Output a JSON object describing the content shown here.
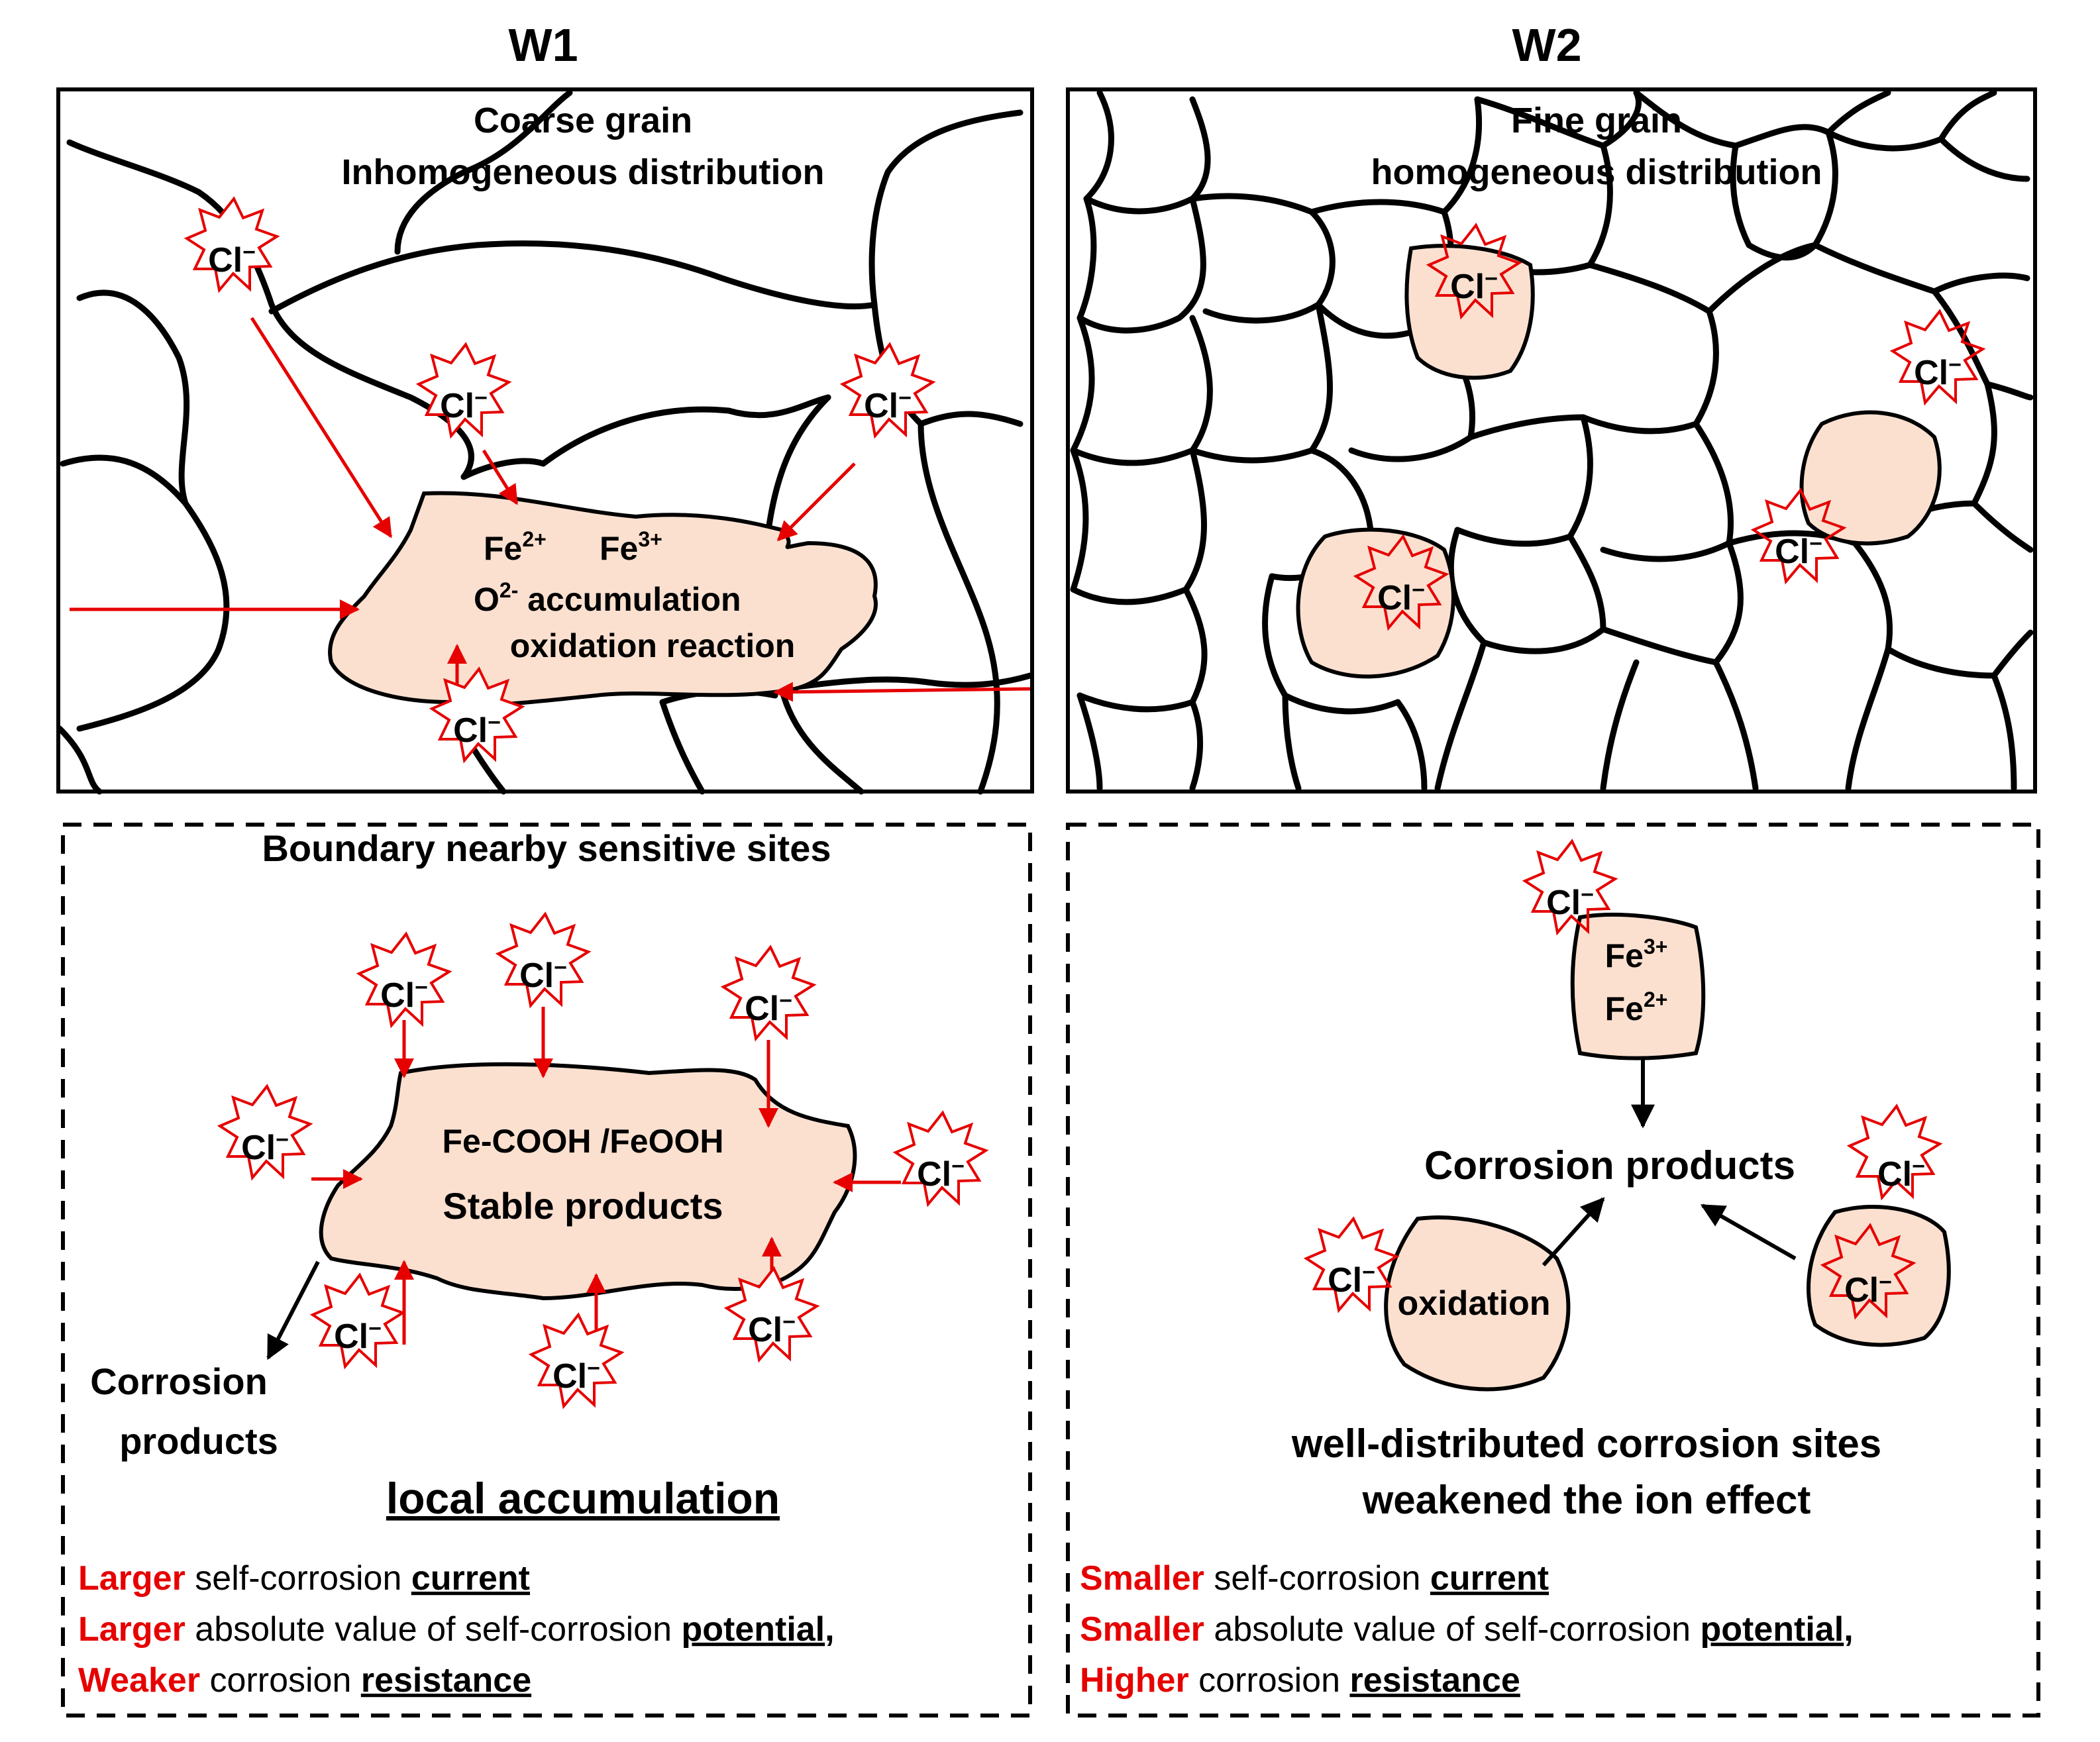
{
  "headers": {
    "left": "W1",
    "right": "W2"
  },
  "w1_micro": {
    "title_line1": "Coarse grain",
    "title_line2": "Inhomogeneous distribution",
    "fe2": "Fe",
    "fe2_sup": "2+",
    "fe3": "Fe",
    "fe3_sup": "3+",
    "o_line_pre": "O",
    "o_line_sup": "2-",
    "o_line_post": " accumulation",
    "ox_line": "oxidation reaction"
  },
  "w2_micro": {
    "title_line1": "Fine grain",
    "title_line2": "homogeneous distribution"
  },
  "chloride": "Cl",
  "chloride_sup": "−",
  "w1_mech": {
    "heading": "Boundary nearby sensitive sites",
    "blob_line1": "Fe-COOH /FeOOH",
    "blob_line2": "Stable products",
    "corr_line1": "Corrosion",
    "corr_line2": "products",
    "local": "local accumulation",
    "s1_red": "Larger",
    "s1_rest": " self-corrosion ",
    "s1_u": "current",
    "s2_red": "Larger",
    "s2_rest": " absolute value of self-corrosion ",
    "s2_u": "potential",
    "s2_end": ",",
    "s3_red": "Weaker",
    "s3_rest": " corrosion ",
    "s3_u": "resistance"
  },
  "w2_mech": {
    "fe3": "Fe",
    "fe3_sup": "3+",
    "fe2": "Fe",
    "fe2_sup": "2+",
    "corr": "Corrosion products",
    "oxidation": "oxidation",
    "line1": "well-distributed corrosion sites",
    "line2": "weakened the ion effect",
    "s1_red": "Smaller",
    "s1_rest": " self-corrosion ",
    "s1_u": "current",
    "s2_red": "Smaller",
    "s2_rest": " absolute value of self-corrosion ",
    "s2_u": "potential",
    "s2_end": ",",
    "s3_red": "Higher",
    "s3_rest": " corrosion ",
    "s3_u": "resistance"
  },
  "colors": {
    "accent": "#e60000",
    "blob": "#fbe0d0",
    "line": "#000000"
  }
}
